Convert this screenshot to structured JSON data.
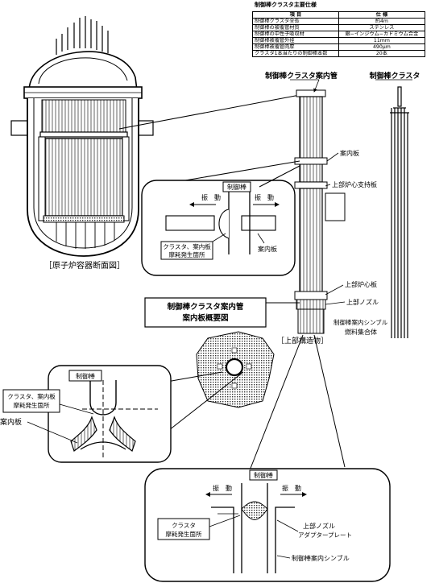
{
  "spec_table": {
    "title": "制御棒クラスタ主要仕様",
    "headers": [
      "項 目",
      "仕 様"
    ],
    "rows": [
      [
        "制御棒クラスタ全長",
        "約4m"
      ],
      [
        "制御棒の被覆管材質",
        "ステンレス"
      ],
      [
        "制御棒の中性子吸収材",
        "銀−インジウム−カドミウム合金"
      ],
      [
        "制御棒被覆管外径",
        "11mm"
      ],
      [
        "制御棒被覆管肉厚",
        "490μm"
      ],
      [
        "クラスタ1本当たりの制御棒本数",
        "20本"
      ]
    ]
  },
  "labels": {
    "vessel_caption": "［原子炉容器断面図］",
    "guide_tube_title": "制御棒クラスタ案内管",
    "cluster_title": "制御棒クラスタ",
    "guide_plate": "案内板",
    "upper_core_support": "上部炉心支持板",
    "upper_core_plate": "上部炉心板",
    "upper_nozzle": "上部ノズル",
    "thimble": "制御棒案内シンブル",
    "fuel_assembly": "燃料集合体",
    "upper_structure": "［上部構造物］",
    "overview_title_1": "制御棒クラスタ案内管",
    "overview_title_2": "案内板概要図"
  },
  "detail1": {
    "rod": "制御棒",
    "vib_left": "振　動",
    "vib_right": "振　動",
    "wear_1": "クラスタ、案内板",
    "wear_2": "摩耗発生箇所",
    "guide": "案内板"
  },
  "detail2": {
    "rod": "制御棒",
    "wear_1": "クラスタ、案内板",
    "wear_2": "摩耗発生箇所",
    "guide": "案内板"
  },
  "detail3": {
    "rod": "制御棒",
    "vib_left": "振　動",
    "vib_right": "振　動",
    "wear_1": "クラスタ",
    "wear_2": "摩耗発生箇所",
    "nozzle_1": "上部ノズル",
    "nozzle_2": "アダプタープレート",
    "thimble": "制御棒案内シンブル"
  }
}
